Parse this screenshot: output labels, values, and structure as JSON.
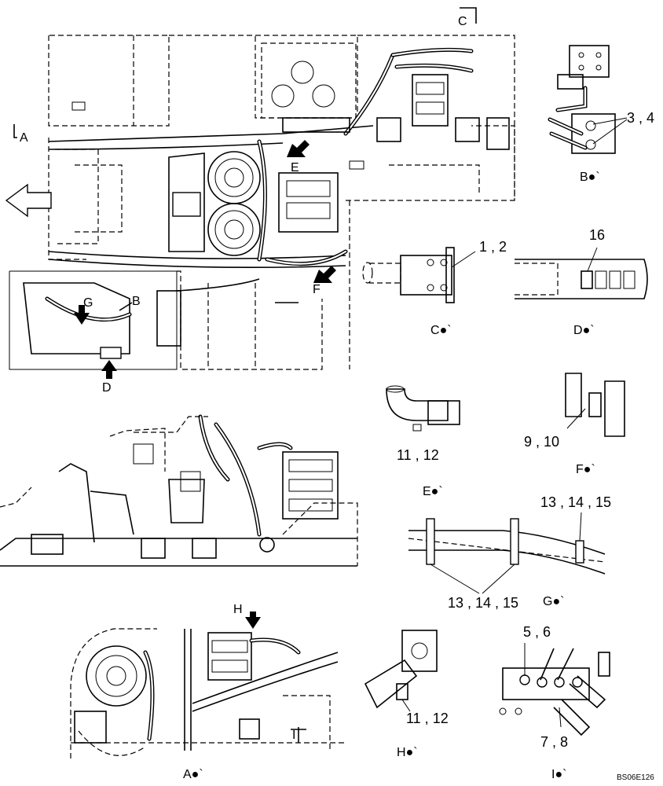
{
  "section_markers": {
    "A": "A",
    "C": "C",
    "I": "I"
  },
  "arrow_labels": {
    "B": "B",
    "D": "D",
    "E": "E",
    "F": "F",
    "G": "G",
    "H": "H"
  },
  "views": {
    "A": "A",
    "B": "B",
    "C": "C",
    "D": "D",
    "E": "E",
    "F": "F",
    "G": "G",
    "H": "H",
    "I": "I"
  },
  "view_suffix": "●`",
  "callouts": {
    "c_3_4": "3 , 4",
    "c_1_2": "1 , 2",
    "c_16": "16",
    "c_11_12_e": "11 , 12",
    "c_9_10": "9 , 10",
    "c_13_14_15_top": "13 , 14 , 15",
    "c_13_14_15_bot": "13 , 14 , 15",
    "c_5_6": "5 , 6",
    "c_11_12_h": "11 , 12",
    "c_7_8": "7 , 8"
  },
  "drawing_code": "BS06E126"
}
